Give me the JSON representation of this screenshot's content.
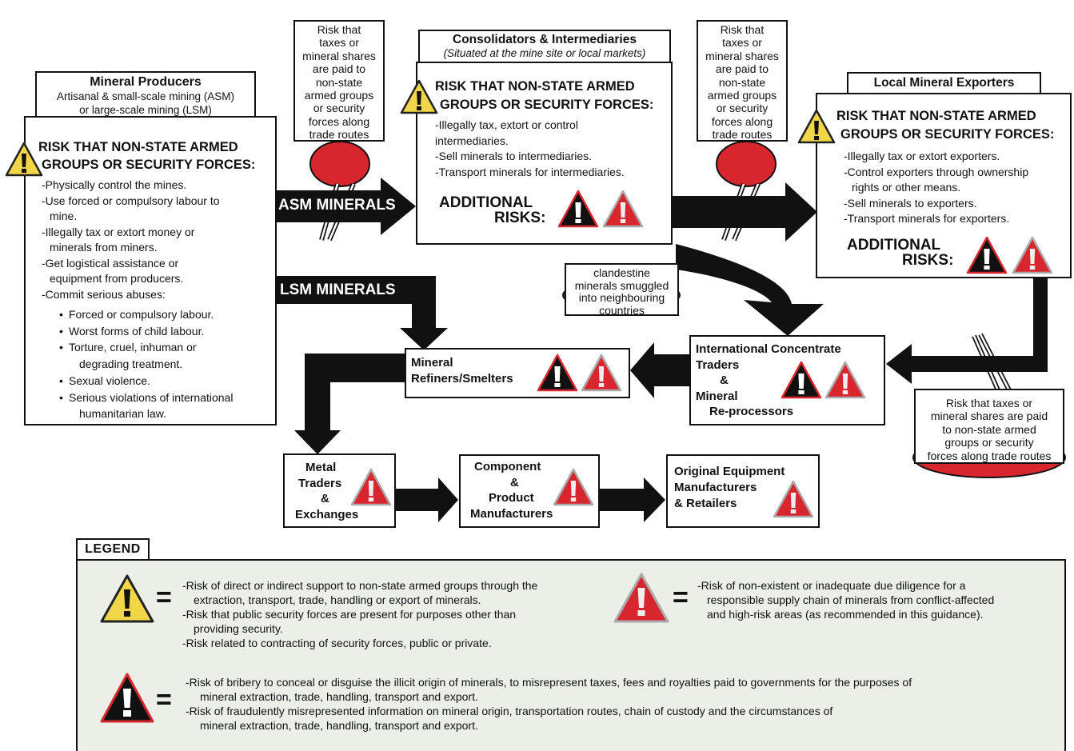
{
  "producers": {
    "title": "Mineral Producers",
    "sub1": "Artisanal & small-scale mining (ASM)",
    "sub2": "or large-scale mining (LSM)",
    "risk_heading_1": "RISK THAT NON-STATE ARMED",
    "risk_heading_2": "GROUPS OR SECURITY FORCES:",
    "items": [
      "-Physically control the mines.",
      "-Use forced or compulsory labour to",
      "mine.",
      "-Illegally tax or extort money or",
      "minerals from miners.",
      "-Get logistical assistance or",
      "equipment from producers.",
      "-Commit serious abuses:"
    ],
    "bullets": [
      "Forced or compulsory labour.",
      "Worst forms of child labour.",
      "Torture, cruel, inhuman or",
      "degrading treatment.",
      "Sexual violence.",
      "Serious violations of international",
      "humanitarian law."
    ]
  },
  "consolidators": {
    "title": "Consolidators & Intermediaries",
    "subtitle": "(Situated at the mine site or local markets)",
    "risk_heading_1": "RISK THAT NON-STATE ARMED",
    "risk_heading_2": "GROUPS OR SECURITY FORCES:",
    "items": [
      "-Illegally tax, extort or control",
      "intermediaries.",
      "-Sell minerals to intermediaries.",
      "-Transport minerals for intermediaries."
    ],
    "additional_1": "ADDITIONAL",
    "additional_2": "RISKS:"
  },
  "exporters": {
    "title": "Local Mineral Exporters",
    "risk_heading_1": "RISK THAT NON-STATE ARMED",
    "risk_heading_2": "GROUPS OR SECURITY FORCES:",
    "items": [
      "-Illegally tax or extort exporters.",
      "-Control exporters through ownership",
      "rights or other means.",
      "-Sell minerals to exporters.",
      "-Transport minerals for exporters."
    ],
    "additional_1": "ADDITIONAL",
    "additional_2": "RISKS:"
  },
  "bubble_text_narrow": [
    "Risk that",
    "taxes or",
    "mineral shares",
    "are paid to",
    "non-state",
    "armed groups",
    "or security",
    "forces along",
    "trade routes"
  ],
  "bubble_text_wide": [
    "Risk that taxes or",
    "mineral shares are paid",
    "to non-state armed",
    "groups or security",
    "forces along trade routes"
  ],
  "arrows": {
    "asm": "ASM MINERALS",
    "lsm": "LSM MINERALS"
  },
  "clandestine": [
    "clandestine",
    "minerals smuggled",
    "into neighbouring",
    "countries"
  ],
  "international": {
    "lines": [
      "International Concentrate",
      "Traders",
      "&",
      "Mineral",
      "Re-processors"
    ]
  },
  "refiners": {
    "lines": [
      "Mineral",
      "Refiners/Smelters"
    ]
  },
  "metal": {
    "lines": [
      "Metal",
      "Traders",
      "&",
      "Exchanges"
    ]
  },
  "component": {
    "lines": [
      "Component",
      "&",
      "Product",
      "Manufacturers"
    ]
  },
  "oem": {
    "lines": [
      "Original Equipment",
      "Manufacturers",
      "& Retailers"
    ]
  },
  "legend": {
    "title": "LEGEND",
    "eq": "=",
    "yellow": [
      "-Risk of direct or indirect support to non-state armed groups through the",
      "extraction, transport, trade, handling or export of minerals.",
      "-Risk that public security forces are present for purposes other than",
      "providing security.",
      "-Risk related to contracting of security forces, public or private."
    ],
    "red": [
      "-Risk of non-existent or inadequate due diligence for a",
      "responsible supply chain of minerals from conflict-affected",
      "and high-risk areas (as recommended in this guidance)."
    ],
    "black": [
      "-Risk of bribery to conceal or disguise the illicit origin of minerals, to misrepresent taxes, fees and royalties paid to governments for the purposes of",
      "mineral extraction, trade, handling, transport and export.",
      "-Risk of fraudulently misrepresented information on mineral origin, transportation routes, chain of custody and the circumstances of",
      "mineral extraction, trade, handling, transport and export."
    ]
  },
  "colors": {
    "yellow": "#f2d64a",
    "red": "#d7262d",
    "black": "#111111",
    "legend_bg": "#eceee8",
    "blue": "#1f5b99"
  }
}
